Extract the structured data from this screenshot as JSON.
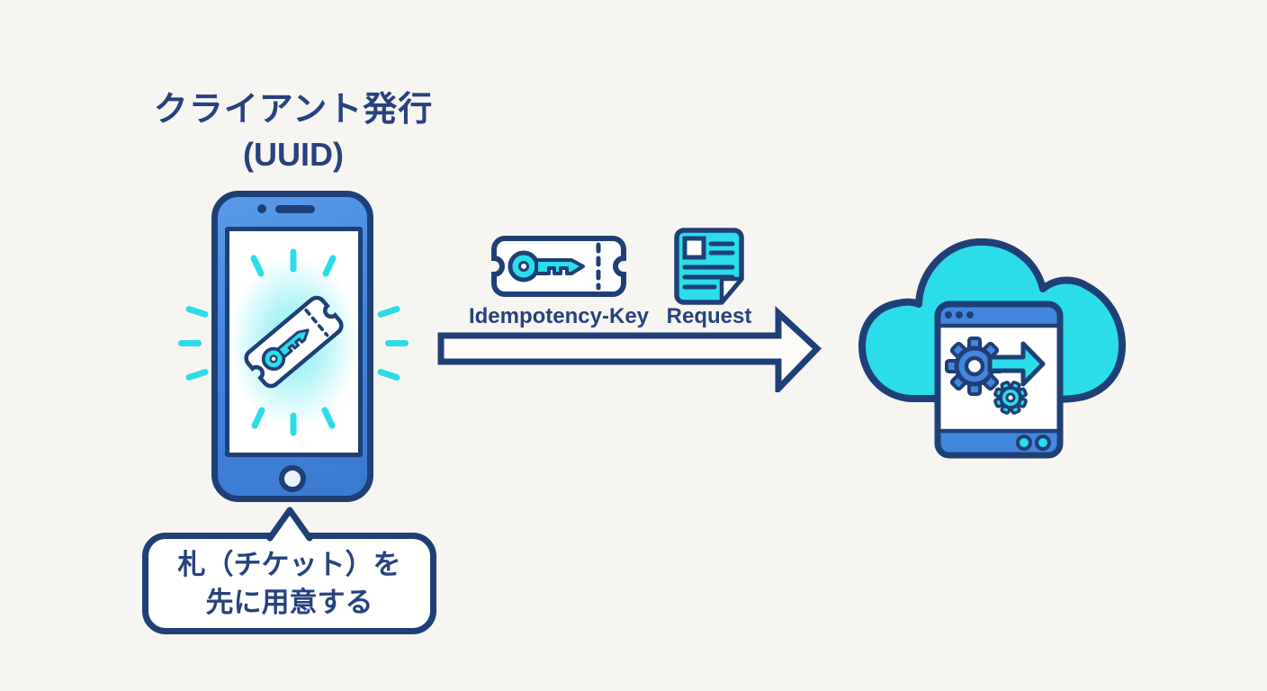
{
  "background": "#F7F5F1",
  "colors": {
    "navy": "#1F4076",
    "blue": "#4386DE",
    "cyan": "#2BDDE8",
    "background": "#F7F5F1",
    "text_navy": "#27427E"
  },
  "client": {
    "title_line1": "クライアント発行",
    "title_line2": "(UUID)",
    "bubble_line1": "札（チケット）を",
    "bubble_line2": "先に用意する"
  },
  "flow": {
    "idempotency_label": "Idempotency-Key",
    "request_label": "Request"
  }
}
